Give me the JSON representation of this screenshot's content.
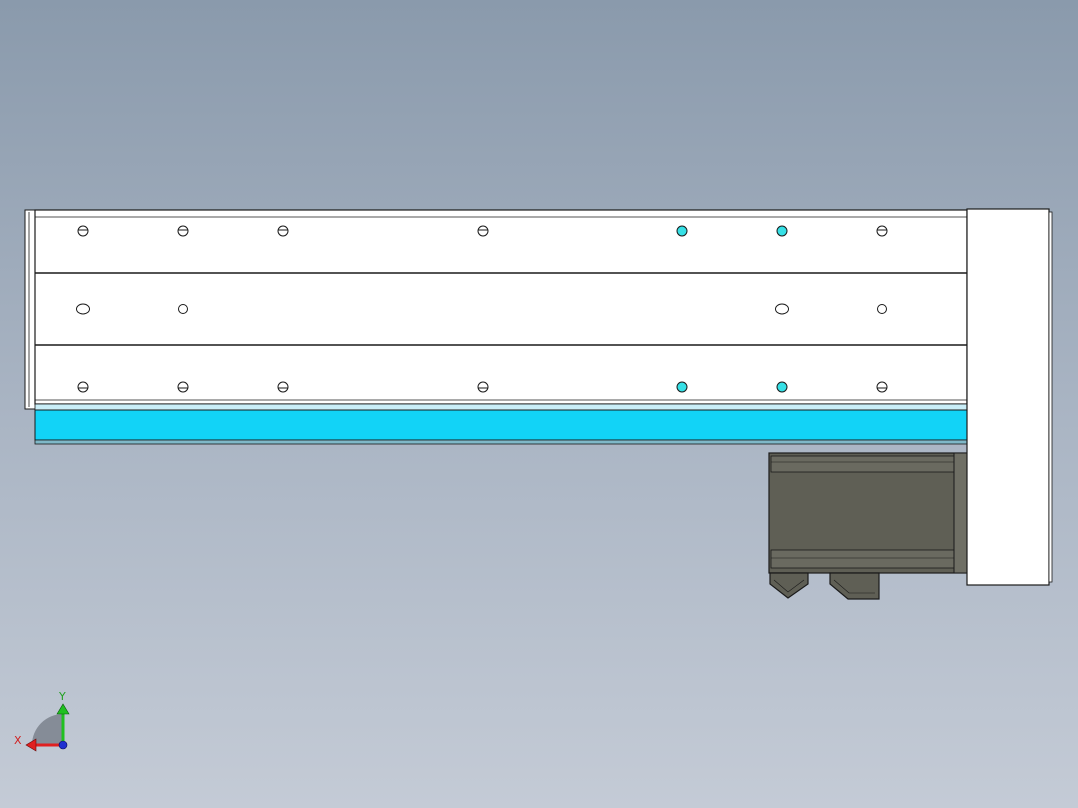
{
  "viewport": {
    "background_top": "#8a9aac",
    "background_bottom": "#c4cbd6"
  },
  "model": {
    "body_fill": "#ffffff",
    "edge_color": "#1a1a1a",
    "rail_color": "#12d3f7",
    "hole_highlight": "#36e0e6",
    "motor_color": "#5f5f55",
    "motor_light": "#7a7a70"
  },
  "triad": {
    "x_label": "X",
    "y_label": "Y",
    "x_color": "#e02020",
    "y_color": "#20c020",
    "z_color": "#2030d0",
    "arc_color": "#7e8590"
  },
  "holes": {
    "top_row": [
      {
        "kind": "half",
        "highlight": false
      },
      {
        "kind": "half",
        "highlight": false
      },
      {
        "kind": "half",
        "highlight": false
      },
      {
        "kind": "half",
        "highlight": false
      },
      {
        "kind": "full",
        "highlight": true
      },
      {
        "kind": "full",
        "highlight": true
      },
      {
        "kind": "half",
        "highlight": false
      }
    ],
    "middle_row": [
      {
        "kind": "oval",
        "highlight": false
      },
      {
        "kind": "circle",
        "highlight": false
      },
      {
        "kind": "oval",
        "highlight": false
      },
      {
        "kind": "circle",
        "highlight": false
      }
    ],
    "bottom_row": [
      {
        "kind": "half-bottom",
        "highlight": false
      },
      {
        "kind": "half-bottom",
        "highlight": false
      },
      {
        "kind": "half-bottom",
        "highlight": false
      },
      {
        "kind": "half-bottom",
        "highlight": false
      },
      {
        "kind": "full",
        "highlight": true
      },
      {
        "kind": "full",
        "highlight": true
      },
      {
        "kind": "half-bottom",
        "highlight": false
      }
    ]
  }
}
